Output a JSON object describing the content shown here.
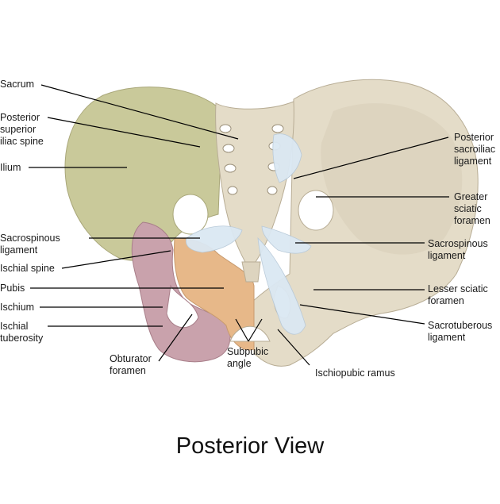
{
  "caption": "Posterior View",
  "colors": {
    "bone": "#e4dcc8",
    "bone_shadow": "#cfc4ab",
    "ilium": "#c9c99a",
    "ischium": "#c9a2ac",
    "pubis": "#e7b889",
    "ligament": "#dbe8f3",
    "leader_line": "#000000"
  },
  "labels_left": [
    {
      "text": "Sacrum"
    },
    {
      "text": "Posterior superior iliac spine",
      "lines": [
        "Posterior",
        "superior",
        "iliac spine"
      ]
    },
    {
      "text": "Ilium"
    },
    {
      "text": "Sacrospinous ligament",
      "lines": [
        "Sacrospinous",
        "ligament"
      ]
    },
    {
      "text": "Ischial spine"
    },
    {
      "text": "Pubis"
    },
    {
      "text": "Ischium"
    },
    {
      "text": "Ischial tuberosity",
      "lines": [
        "Ischial",
        "tuberosity"
      ]
    }
  ],
  "labels_bottom": [
    {
      "text": "Obturator foramen",
      "lines": [
        "Obturator",
        "foramen"
      ]
    },
    {
      "text": "Subpubic angle",
      "lines": [
        "Subpubic",
        "angle"
      ]
    },
    {
      "text": "Ischiopubic ramus"
    }
  ],
  "labels_right": [
    {
      "text": "Posterior sacroiliac ligament",
      "lines": [
        "Posterior",
        "sacroiliac",
        "ligament"
      ]
    },
    {
      "text": "Greater sciatic foramen",
      "lines": [
        "Greater",
        "sciatic",
        "foramen"
      ]
    },
    {
      "text": "Sacrospinous ligament",
      "lines": [
        "Sacrospinous",
        "ligament"
      ]
    },
    {
      "text": "Lesser sciatic foramen",
      "lines": [
        "Lesser sciatic",
        "foramen"
      ]
    },
    {
      "text": "Sacrotuberous ligament",
      "lines": [
        "Sacrotuberous",
        "ligament"
      ]
    }
  ]
}
